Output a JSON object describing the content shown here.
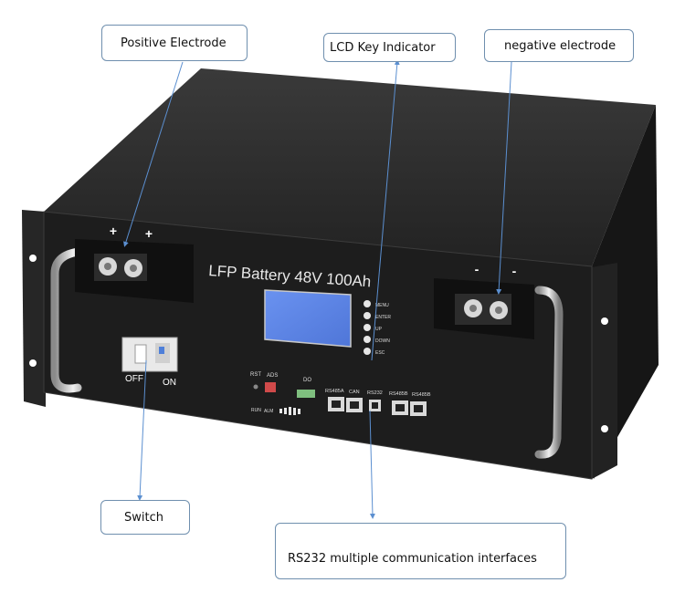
{
  "callouts": {
    "positive": "Positive Electrode",
    "lcd": "LCD Key Indicator",
    "negative": "negative electrode",
    "switch": "Switch",
    "rs232": "RS232 multiple communication interfaces"
  },
  "device": {
    "title": "LFP Battery 48V 100Ah",
    "positive_marks": [
      "+",
      "+"
    ],
    "negative_marks": [
      "-",
      "-"
    ],
    "breaker_off": "OFF",
    "breaker_on": "ON",
    "keys": [
      "MENU",
      "ENTER",
      "UP",
      "DOWN",
      "ESC"
    ],
    "rst": "RST",
    "ads": "ADS",
    "do": "DO",
    "run": "RUN",
    "alm": "ALM",
    "ports": [
      "RS485A",
      "CAN",
      "RS232",
      "RS485B",
      "RS485B"
    ]
  },
  "colors": {
    "chassis_top": "#2a2a2a",
    "front_panel": "#1e1e1e",
    "lcd_screen": "#5b83e6",
    "callout_border": "#6f8fae",
    "leader_line": "#5b8fd0"
  }
}
